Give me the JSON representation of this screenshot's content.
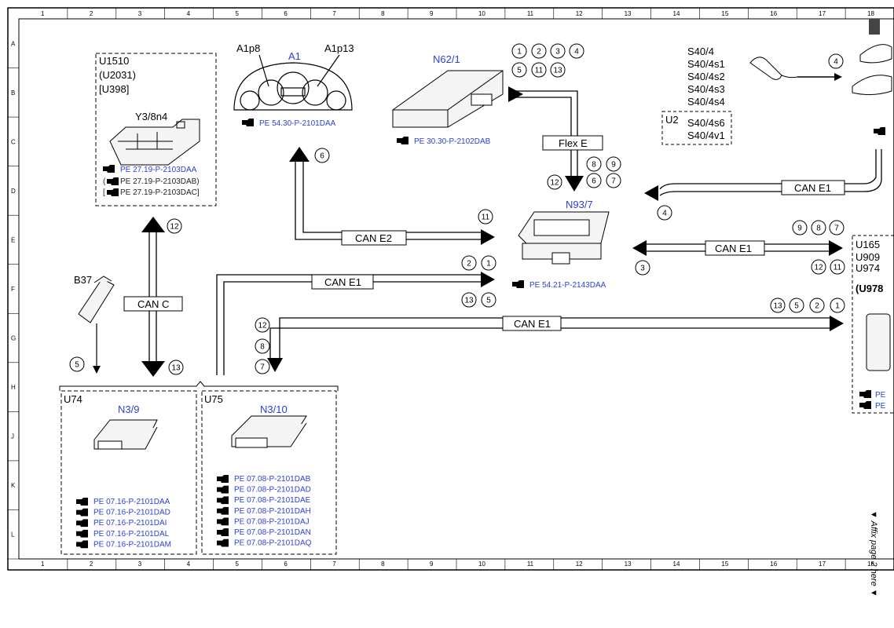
{
  "colors": {
    "accent": "#2b3fd6",
    "line": "#000000"
  },
  "grid": {
    "cols": [
      "1",
      "2",
      "3",
      "4",
      "5",
      "6",
      "7",
      "8",
      "9",
      "10",
      "11",
      "12",
      "13",
      "14",
      "15",
      "16",
      "17",
      "18"
    ],
    "rows": [
      "A",
      "B",
      "C",
      "D",
      "E",
      "F",
      "G",
      "H",
      "J",
      "K",
      "L"
    ]
  },
  "components": {
    "u1510": {
      "l1": "U1510",
      "l2": "(U2031)",
      "l3": "[U398]",
      "part": "Y3/8n4",
      "ref1": "PE 27.19-P-2103DAA",
      "ref2": "PE 27.19-P-2103DAB)",
      "ref3": "PE 27.19-P-2103DAC]"
    },
    "a1": {
      "name": "A1",
      "left": "A1p8",
      "right": "A1p13",
      "ref": "PE 54.30-P-2101DAA"
    },
    "n62": {
      "name": "N62/1",
      "ref": "PE 30.30-P-2102DAB"
    },
    "n93": {
      "name": "N93/7",
      "ref": "PE 54.21-P-2143DAA"
    },
    "s40": {
      "items": [
        "S40/4",
        "S40/4s1",
        "S40/4s2",
        "S40/4s3",
        "S40/4s4"
      ],
      "u2": "U2",
      "u2_items": [
        "S40/4s6",
        "S40/4v1"
      ]
    },
    "b37": {
      "name": "B37"
    },
    "u165": {
      "l1": "U165",
      "l2": "U909",
      "l3": "U974",
      "l4": "(U978"
    },
    "u74": {
      "box": "U74",
      "name": "N3/9",
      "refs": [
        "PE 07.16-P-2101DAA",
        "PE 07.16-P-2101DAD",
        "PE 07.16-P-2101DAI",
        "PE 07.16-P-2101DAL",
        "PE 07.16-P-2101DAM"
      ]
    },
    "u75": {
      "box": "U75",
      "name": "N3/10",
      "refs": [
        "PE 07.08-P-2101DAB",
        "PE 07.08-P-2101DAD",
        "PE 07.08-P-2101DAE",
        "PE 07.08-P-2101DAH",
        "PE 07.08-P-2101DAJ",
        "PE 07.08-P-2101DAN",
        "PE 07.08-P-2101DAQ"
      ]
    },
    "right_refs": [
      "PE",
      "PE"
    ]
  },
  "buses": {
    "can_c": "CAN C",
    "can_e2": "CAN E2",
    "can_e1_a": "CAN E1",
    "can_e1_b": "CAN E1",
    "can_e1_c": "CAN E1",
    "can_e1_d": "CAN E1",
    "flex_e": "Flex E"
  },
  "markers": {
    "n62_nums": [
      "1",
      "2",
      "3",
      "4",
      "5",
      "11",
      "13"
    ],
    "flex_nums": [
      "8",
      "9",
      "12",
      "6",
      "7"
    ],
    "can_e2_nums": [
      "6",
      "11"
    ],
    "can_e1_mid": [
      "2",
      "1",
      "13",
      "5"
    ],
    "can_e1_left": [
      "12",
      "8",
      "7"
    ],
    "can_e1_right_top": [
      "9",
      "8",
      "7",
      "12",
      "11",
      "3"
    ],
    "can_e1_bottom_right": [
      "13",
      "5",
      "2",
      "1"
    ],
    "can_c_nums": [
      "12",
      "13",
      "5"
    ],
    "s40_num": [
      "4",
      "4"
    ]
  },
  "affix": "▼ Affix page 2 here ▼"
}
